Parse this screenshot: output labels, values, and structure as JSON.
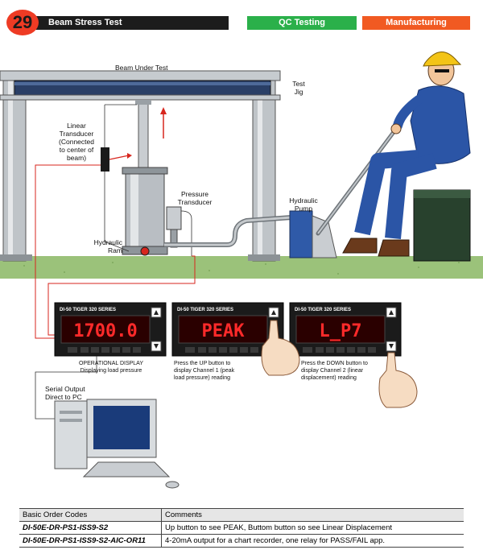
{
  "header": {
    "number": "29",
    "title": "Beam Stress Test",
    "tag1": "QC Testing",
    "tag2": "Manufacturing"
  },
  "labels": {
    "beam": "Beam Under Test",
    "jig_line1": "Test",
    "jig_line2": "Jig",
    "lt_line1": "Linear",
    "lt_line2": "Transducer",
    "lt_line3": "(Connected",
    "lt_line4": "to center of",
    "lt_line5": "beam)",
    "pt_line1": "Pressure",
    "pt_line2": "Transducer",
    "hp_line1": "Hydraulic",
    "hp_line2": "Pump",
    "hr_line1": "Hydraulic",
    "hr_line2": "Ram",
    "serial_line1": "Serial Output",
    "serial_line2": "Direct to PC"
  },
  "meters": [
    {
      "series": "DI-50 TIGER 320 SERIES",
      "display": "1700.0",
      "caption_line1": "OPERATIONAL DISPLAY",
      "caption_line2": "Displaying load pressure"
    },
    {
      "series": "DI-50 TIGER 320 SERIES",
      "display": "PEAK",
      "caption_line1": "Press the UP button to",
      "caption_line2": "display Channel 1 (peak",
      "caption_line3": "load pressure) reading"
    },
    {
      "series": "DI-50 TIGER 320 SERIES",
      "display": "L_P7",
      "caption_line1": "Press the DOWN button to",
      "caption_line2": "display Channel 2 (linear",
      "caption_line3": "displacement) reading"
    }
  ],
  "order_table": {
    "headers": [
      "Basic Order Codes",
      "Comments"
    ],
    "rows": [
      [
        "DI-50E-DR-PS1-ISS9-S2",
        "Up button to see PEAK, Buttom button so see Linear Displacement"
      ],
      [
        "DI-50E-DR-PS1-ISS9-S2-AIC-OR11",
        "4-20mA output for a chart recorder, one relay for PASS/FAIL app."
      ]
    ]
  },
  "colors": {
    "badge": "#ee3b24",
    "title_bar": "#1c1c1c",
    "qc": "#2bb04a",
    "manufacturing": "#f15a22",
    "wire": "#d7261e",
    "ground": "#9bc27a",
    "worker": "#2b55a6"
  }
}
